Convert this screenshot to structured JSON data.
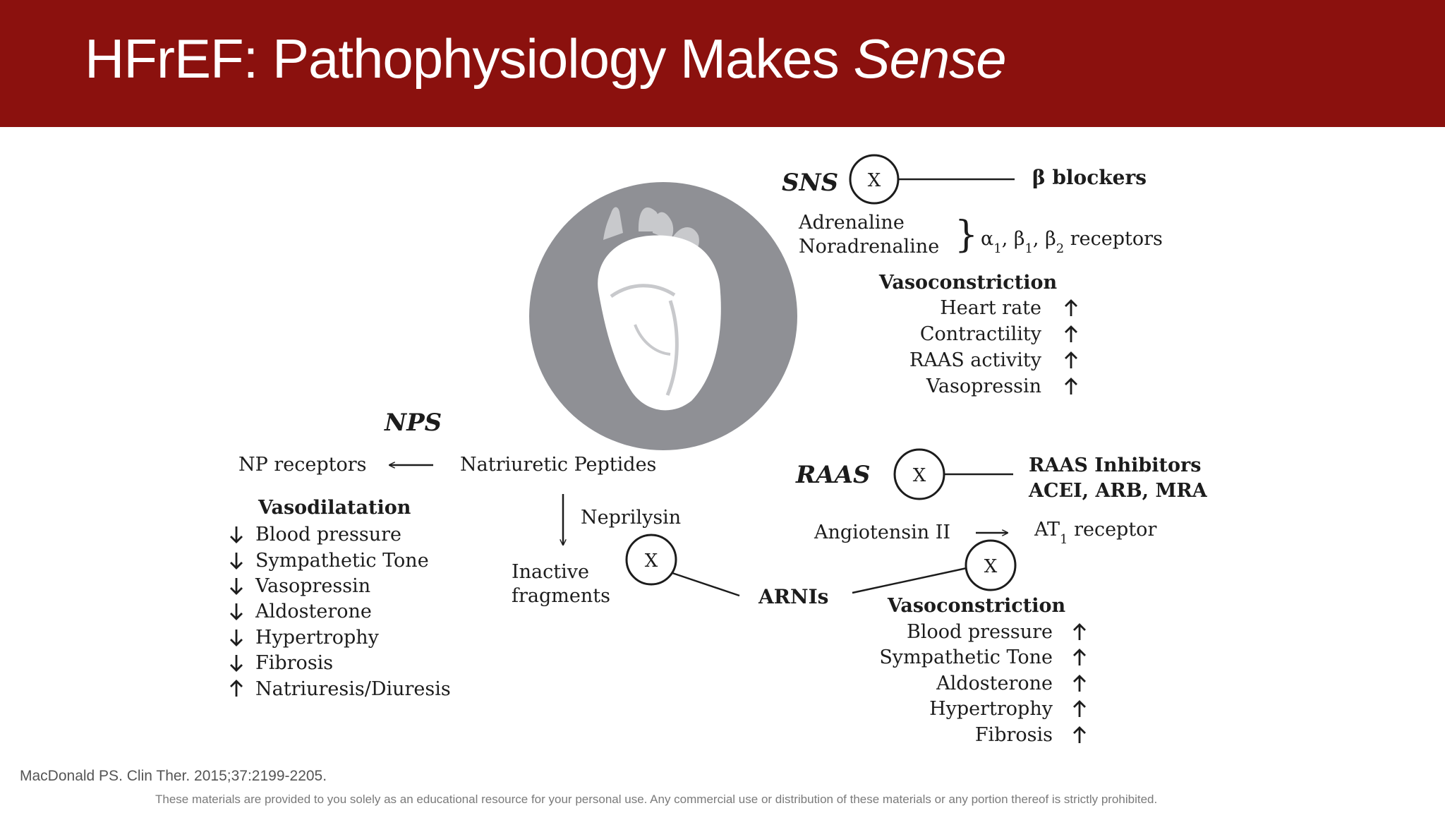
{
  "slide": {
    "title_main": "HFrEF: Pathophysiology Makes ",
    "title_emphasis": "Sense",
    "citation": "MacDonald PS. Clin Ther. 2015;37:2199-2205.",
    "disclaimer": "These materials are provided to you solely as an educational resource for your personal use. Any commercial use or distribution of these materials or any portion thereof is strictly prohibited."
  },
  "colors": {
    "title_bar": "#8b110e",
    "heart_circle": "#8f9095",
    "heart_white": "#ffffff",
    "heart_vessels": "#c8c9cc",
    "text": "#1c1c1c"
  },
  "diagram": {
    "block_symbol": "X",
    "sns": {
      "label": "SNS",
      "blocker": "β blockers",
      "hormones": [
        "Adrenaline",
        "Noradrenaline"
      ],
      "receptors_main": "α",
      "receptors_full": "α1, β1, β2 receptors",
      "effect_heading": "Vasoconstriction",
      "effects": [
        "Heart rate",
        "Contractility",
        "RAAS activity",
        "Vasopressin"
      ]
    },
    "nps": {
      "label": "NPS",
      "receptors": "NP receptors",
      "peptides": "Natriuretic Peptides",
      "enzyme": "Neprilysin",
      "fragments": [
        "Inactive",
        "fragments"
      ],
      "effect_heading": "Vasodilatation",
      "effects": [
        {
          "text": "Blood pressure",
          "direction": "down"
        },
        {
          "text": "Sympathetic Tone",
          "direction": "down"
        },
        {
          "text": "Vasopressin",
          "direction": "down"
        },
        {
          "text": "Aldosterone",
          "direction": "down"
        },
        {
          "text": "Hypertrophy",
          "direction": "down"
        },
        {
          "text": "Fibrosis",
          "direction": "down"
        },
        {
          "text": "Natriuresis/Diuresis",
          "direction": "up"
        }
      ]
    },
    "raas": {
      "label": "RAAS",
      "inhibitors": [
        "RAAS Inhibitors",
        "ACEI, ARB, MRA"
      ],
      "angiotensin": "Angiotensin II",
      "receptor": "AT1 receptor",
      "effect_heading": "Vasoconstriction",
      "effects": [
        "Blood pressure",
        "Sympathetic Tone",
        "Aldosterone",
        "Hypertrophy",
        "Fibrosis"
      ]
    },
    "arni": "ARNIs"
  }
}
